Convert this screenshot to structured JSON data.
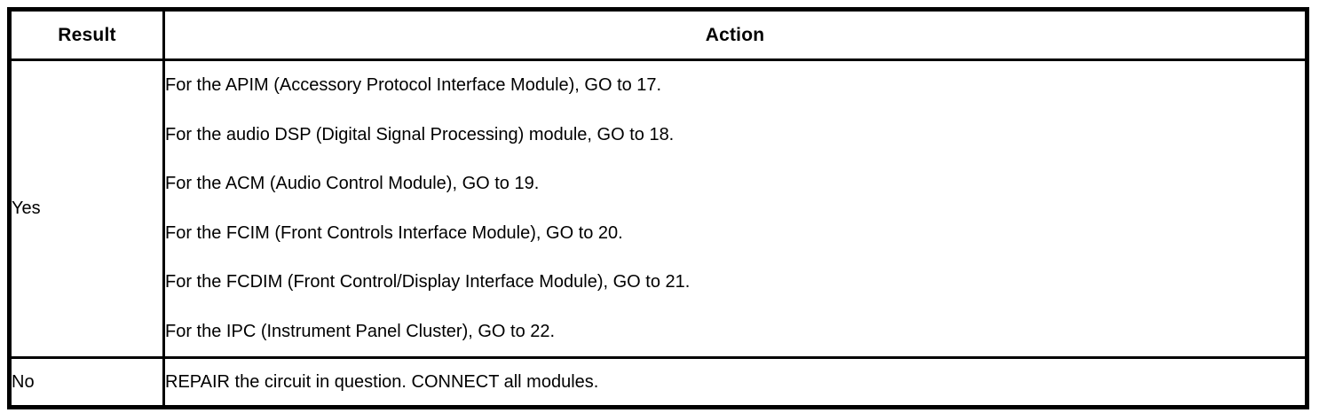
{
  "table": {
    "headers": {
      "result": "Result",
      "action": "Action"
    },
    "rows": [
      {
        "result": "Yes",
        "actions": [
          "For the APIM (Accessory Protocol Interface Module), GO to 17.",
          "For the audio DSP (Digital Signal Processing) module, GO to 18.",
          "For the ACM (Audio Control Module), GO to 19.",
          "For the FCIM (Front Controls Interface Module), GO to 20.",
          "For the FCDIM (Front Control/Display Interface Module), GO to 21.",
          "For the IPC (Instrument Panel Cluster), GO to 22."
        ]
      },
      {
        "result": "No",
        "actions": [
          "REPAIR the circuit in question. CONNECT all modules."
        ]
      }
    ]
  },
  "colors": {
    "border": "#000000",
    "text": "#000000",
    "background": "#ffffff"
  }
}
